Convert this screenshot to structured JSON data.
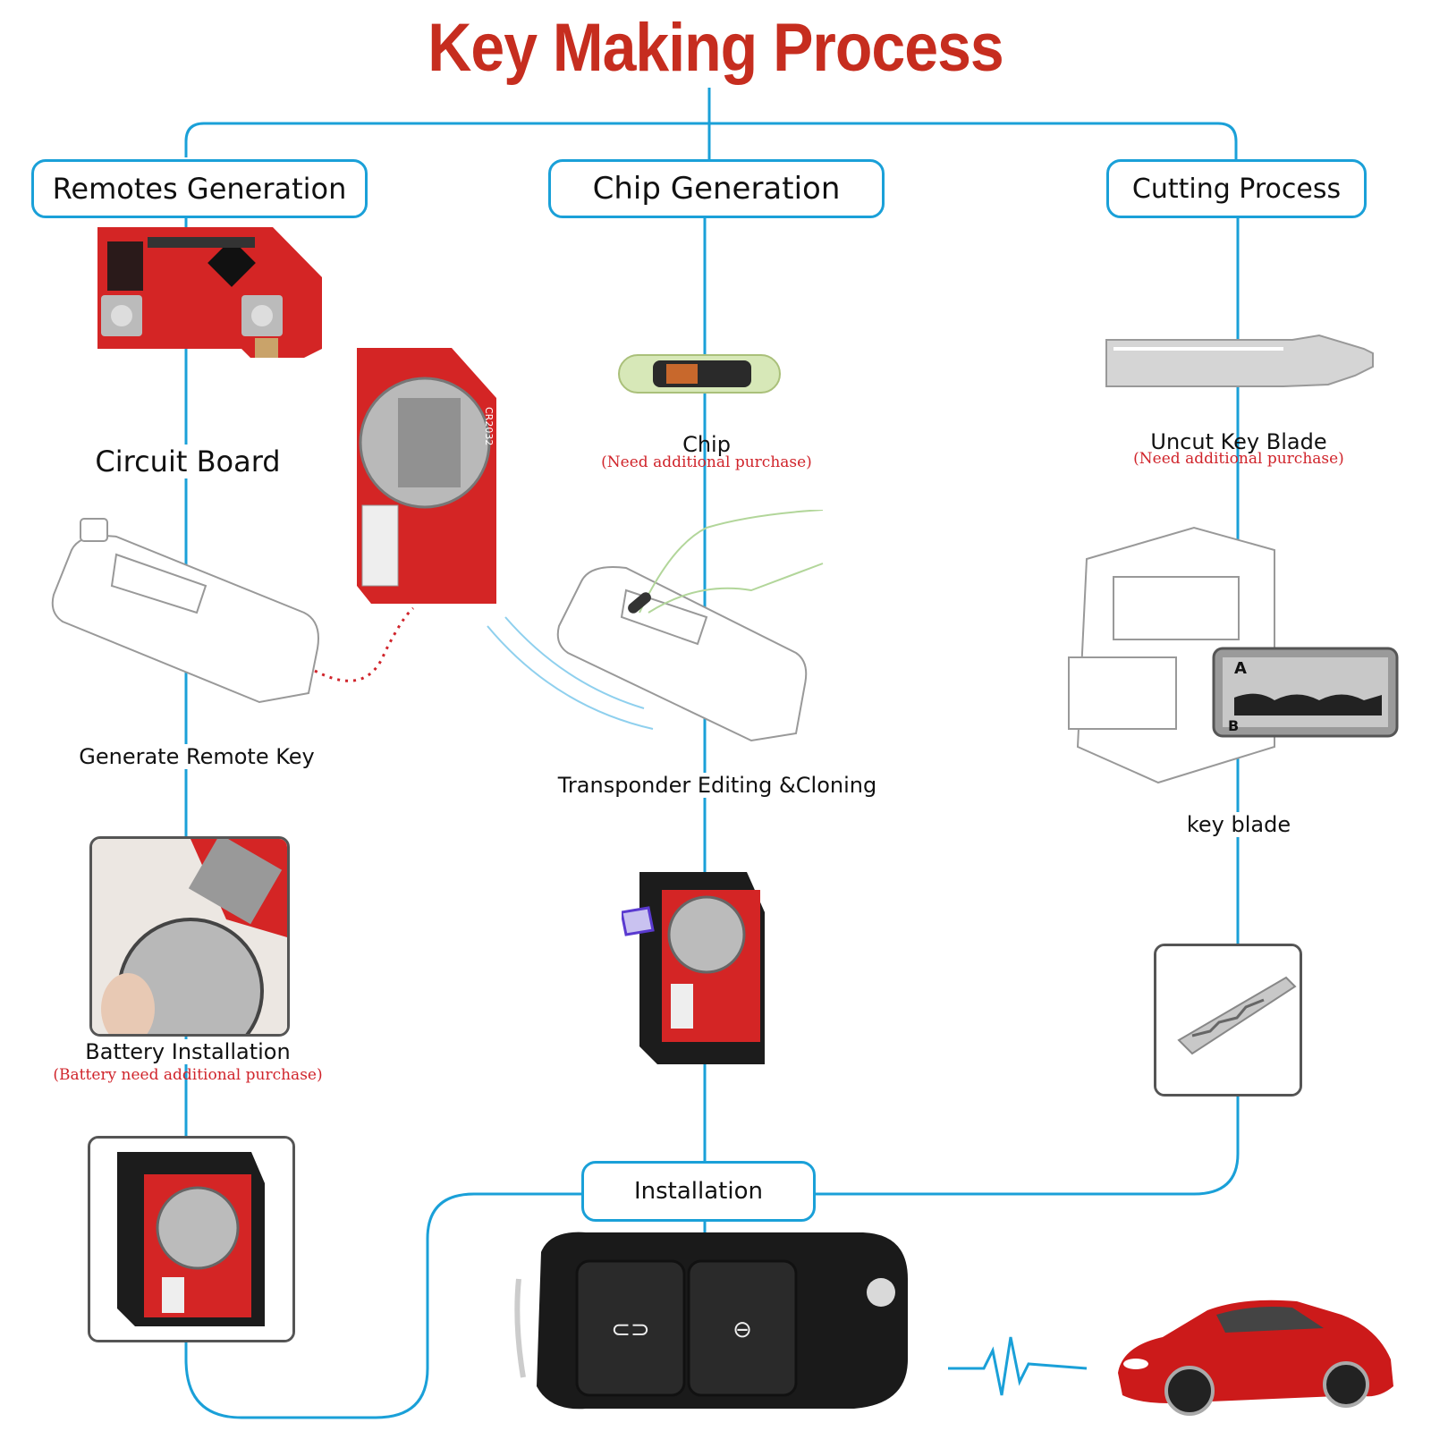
{
  "title": "Key Making Process",
  "columns": {
    "remotes": {
      "header": "Remotes Generation",
      "circuit_board": "Circuit Board",
      "generate_remote": "Generate Remote Key",
      "battery": "Battery Installation",
      "battery_note": "(Battery need additional purchase)"
    },
    "chip": {
      "header": "Chip Generation",
      "chip": "Chip",
      "chip_note": "(Need additional purchase)",
      "transponder": "Transponder Editing &Cloning"
    },
    "cutting": {
      "header": "Cutting Process",
      "uncut_blade": "Uncut Key  Blade",
      "blade_note": "(Need additional purchase)",
      "key_blade": "key blade"
    }
  },
  "installation": "Installation",
  "board_print": "CR2032",
  "cutter_labels": {
    "a": "A",
    "b": "B"
  },
  "colors": {
    "title": "#c62d1f",
    "connector": "#1aa0d8",
    "note": "#d0242b",
    "board": "#d42525"
  }
}
